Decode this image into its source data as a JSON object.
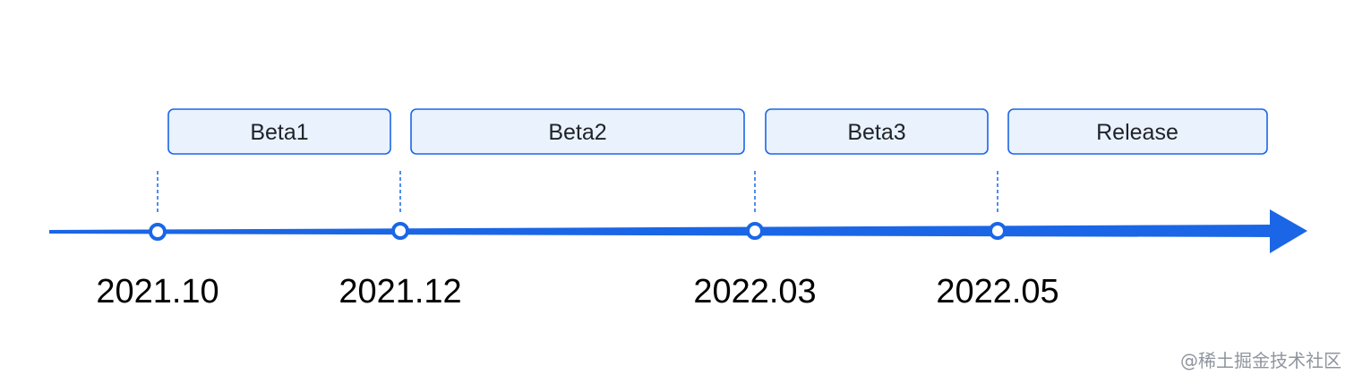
{
  "timeline": {
    "accent": "#1a66e6",
    "phase_fill": "#eaf2fd",
    "milestones": [
      "2021.10",
      "2021.12",
      "2022.03",
      "2022.05"
    ],
    "phases": [
      "Beta1",
      "Beta2",
      "Beta3",
      "Release"
    ]
  },
  "watermark": "@稀土掘金技术社区"
}
